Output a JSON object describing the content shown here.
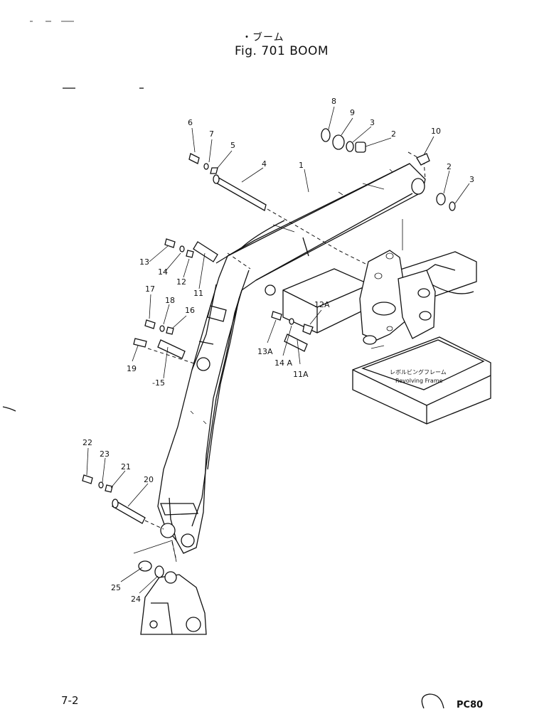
{
  "header": {
    "title_jp": "・ブーム",
    "title_en": "Fig. 701 BOOM"
  },
  "callouts": {
    "c1": "1",
    "c2a": "2",
    "c2b": "2",
    "c3a": "3",
    "c3b": "3",
    "c4": "4",
    "c5": "5",
    "c6": "6",
    "c7": "7",
    "c8": "8",
    "c9": "9",
    "c10": "10",
    "c11": "11",
    "c11a": "11A",
    "c12": "12",
    "c12a": "12A",
    "c13": "13",
    "c13a": "13A",
    "c14": "14",
    "c14a": "14 A",
    "c15": "-15",
    "c16": "16",
    "c17": "17",
    "c18": "18",
    "c19": "19",
    "c20": "20",
    "c21": "21",
    "c22": "22",
    "c23": "23",
    "c24": "24",
    "c25": "25"
  },
  "revolving_frame": {
    "label_jp": "レボルビングフレーム",
    "label_en": "Revolving Frame"
  },
  "footer": {
    "page": "7-2",
    "model": "PC80"
  }
}
